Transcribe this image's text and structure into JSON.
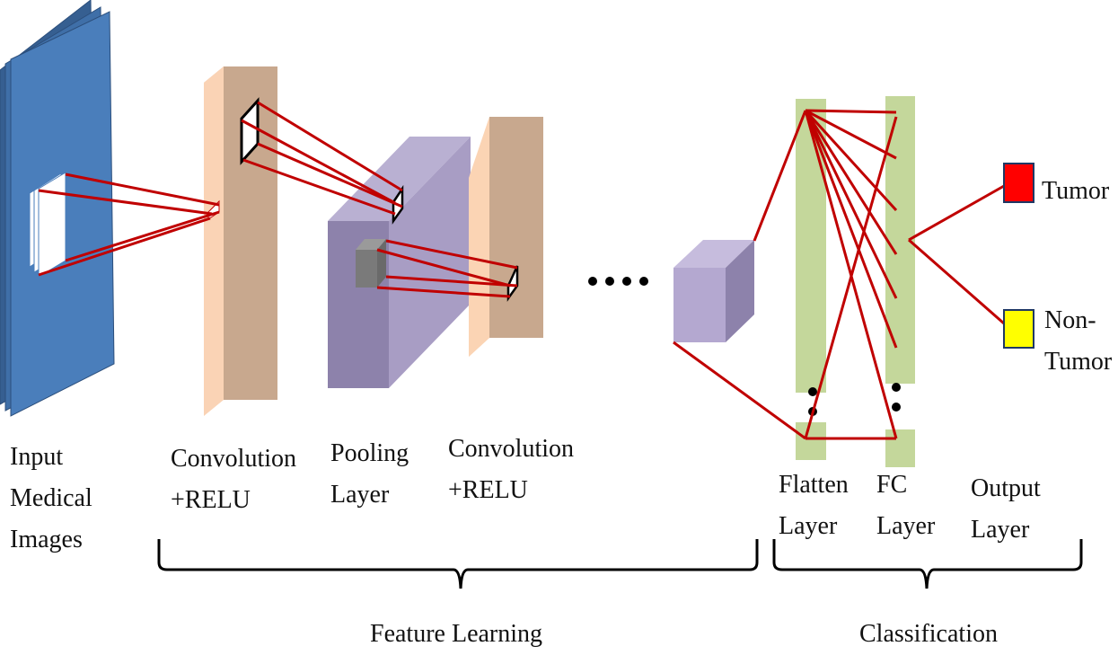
{
  "labels": {
    "input": [
      "Input",
      "Medical",
      "Images"
    ],
    "conv1": [
      "Convolution",
      "+RELU"
    ],
    "pool": [
      "Pooling",
      "Layer"
    ],
    "conv2": [
      "Convolution",
      "+RELU"
    ],
    "flatten": [
      "Flatten",
      "Layer"
    ],
    "fc": [
      "FC",
      "Layer"
    ],
    "output": [
      "Output",
      "Layer"
    ],
    "tumor": "Tumor",
    "nontumor": [
      "Non-",
      "Tumor"
    ],
    "feature_learning": "Feature Learning",
    "classification": "Classification"
  },
  "colors": {
    "input_layer": "#4f81bd",
    "conv_layer": "#c8a88e",
    "pool_layer": "#9b8fb8",
    "dense_layer": "#c4d79b",
    "connection": "#c00000",
    "tumor": "#ff0000",
    "nontumor": "#ffff00"
  }
}
